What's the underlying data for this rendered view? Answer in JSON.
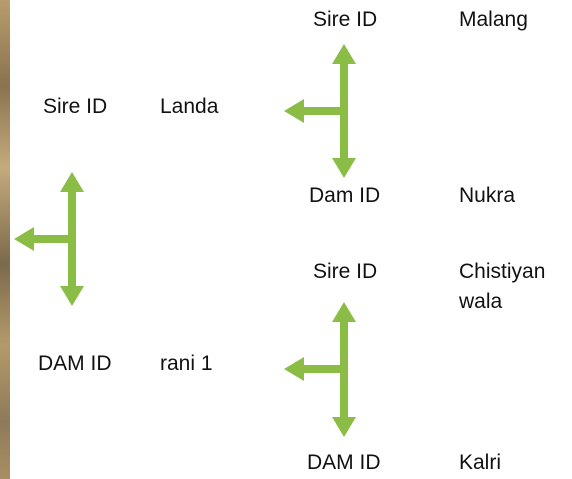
{
  "pedigree": {
    "root_sire": {
      "label": "Sire ID",
      "name": "Landa"
    },
    "root_dam": {
      "label": "DAM ID",
      "name": "rani 1"
    },
    "sire_sire": {
      "label": "Sire ID",
      "name": "Malang"
    },
    "sire_dam": {
      "label": "Dam ID",
      "name": "Nukra"
    },
    "dam_sire": {
      "label": "Sire ID",
      "name": "Chistiyan\nwala"
    },
    "dam_dam": {
      "label": "DAM ID",
      "name": "Kalri"
    }
  },
  "colors": {
    "arrow": "#8bbd46",
    "text": "#111111",
    "background": "#ffffff"
  },
  "icons": [
    "background-photo-strip",
    "branch-arrow-icon"
  ]
}
